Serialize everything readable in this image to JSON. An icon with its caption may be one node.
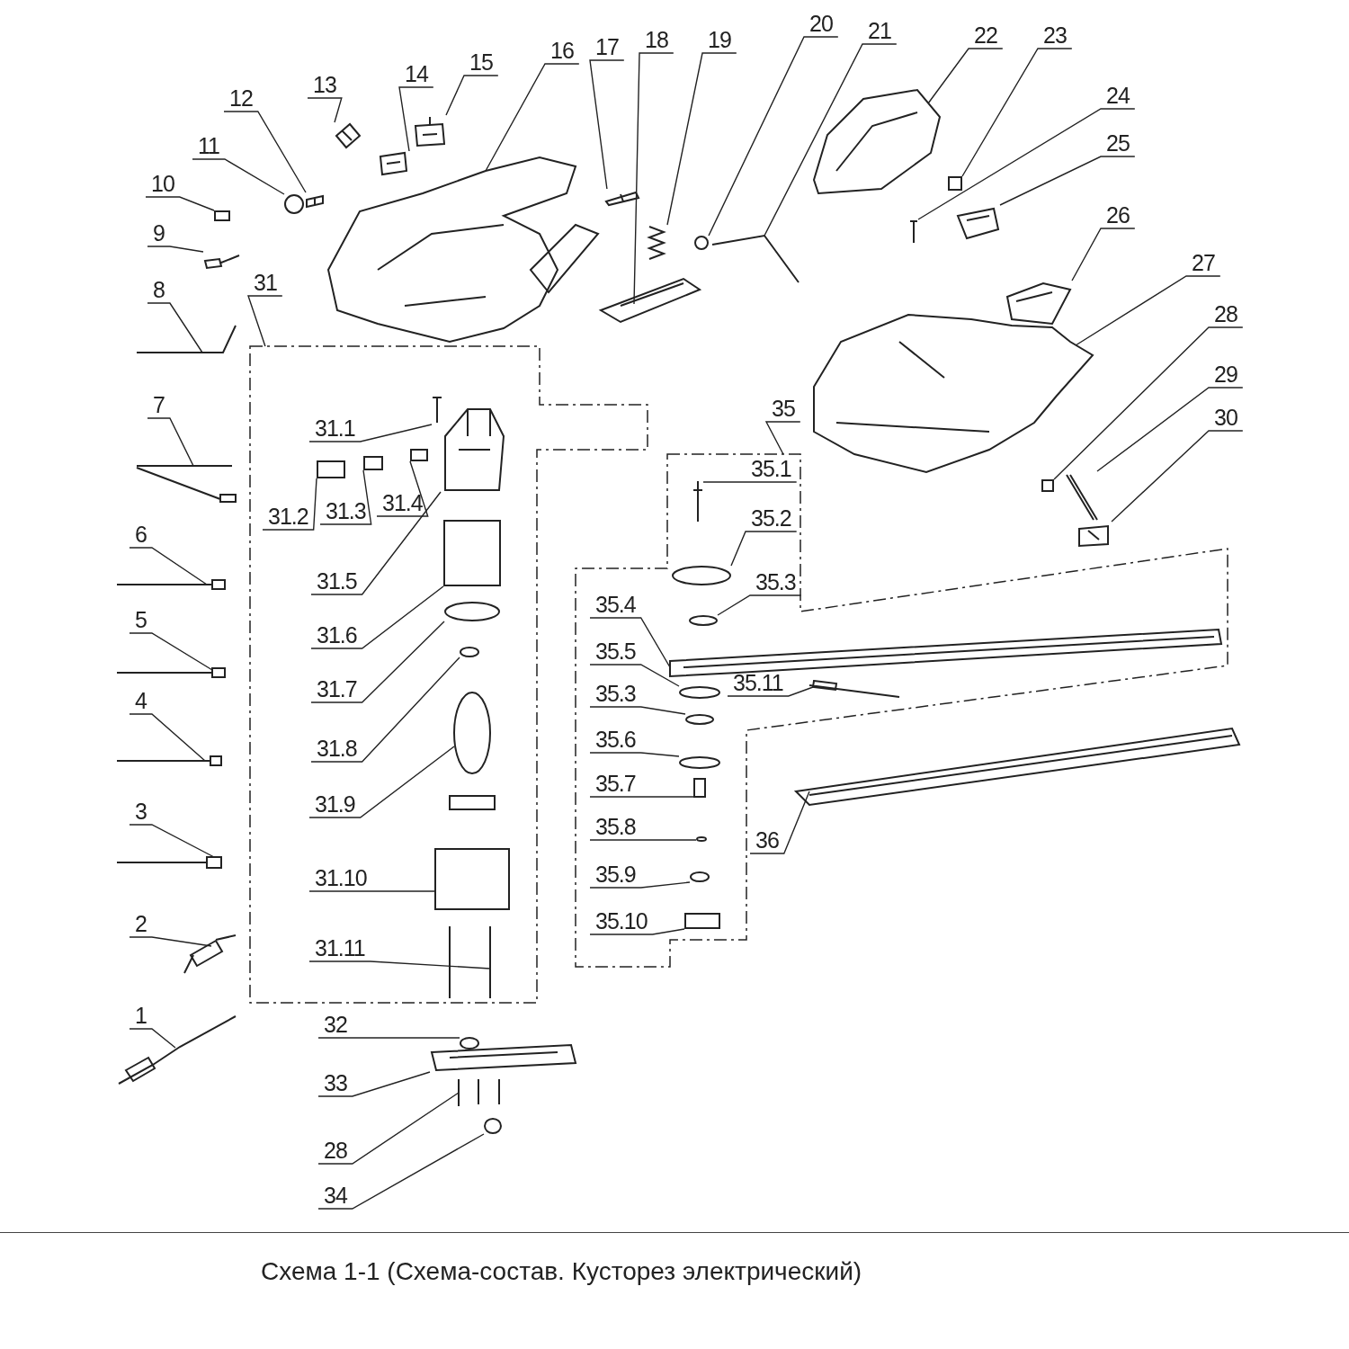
{
  "diagram": {
    "caption": "Схема 1-1 (Схема-состав. Кусторез электрический)",
    "nodes": [
      {
        "text": [
          "1"
        ]
      },
      {
        "text": [
          "2"
        ]
      },
      {
        "text": [
          "3"
        ]
      },
      {
        "text": [
          "4"
        ]
      },
      {
        "text": [
          "5"
        ]
      },
      {
        "text": [
          "6"
        ]
      },
      {
        "text": [
          "7"
        ]
      },
      {
        "text": [
          "8"
        ]
      },
      {
        "text": [
          "9"
        ]
      },
      {
        "text": [
          "10"
        ]
      },
      {
        "text": [
          "11"
        ]
      },
      {
        "text": [
          "12"
        ]
      },
      {
        "text": [
          "13"
        ]
      },
      {
        "text": [
          "14"
        ]
      },
      {
        "text": [
          "15"
        ]
      },
      {
        "text": [
          "16"
        ]
      },
      {
        "text": [
          "17"
        ]
      },
      {
        "text": [
          "18"
        ]
      },
      {
        "text": [
          "19"
        ]
      },
      {
        "text": [
          "20"
        ]
      },
      {
        "text": [
          "21"
        ]
      },
      {
        "text": [
          "22"
        ]
      },
      {
        "text": [
          "23"
        ]
      },
      {
        "text": [
          "24"
        ]
      },
      {
        "text": [
          "25"
        ]
      },
      {
        "text": [
          "26"
        ]
      },
      {
        "text": [
          "27"
        ]
      },
      {
        "text": [
          "28"
        ]
      },
      {
        "text": [
          "29"
        ]
      },
      {
        "text": [
          "30"
        ]
      },
      {
        "text": [
          "31"
        ]
      },
      {
        "text": [],
        "shape": "box"
      },
      {
        "text": [
          "31.1"
        ],
        "in": 31
      },
      {
        "text": [
          "31.2"
        ],
        "in": 31
      },
      {
        "text": [
          "31.3"
        ],
        "in": 31
      },
      {
        "text": [
          "31.4"
        ],
        "in": 31
      },
      {
        "text": [
          "31.5"
        ],
        "in": 31
      },
      {
        "text": [
          "31.6"
        ],
        "in": 31
      },
      {
        "text": [
          "31.7"
        ],
        "in": 31
      },
      {
        "text": [
          "31.8"
        ],
        "in": 31
      },
      {
        "text": [
          "31.9"
        ],
        "in": 31
      },
      {
        "text": [
          "31.10"
        ],
        "in": 31
      },
      {
        "text": [
          "31.11"
        ],
        "in": 31
      },
      {
        "text": [
          "32"
        ]
      },
      {
        "text": [
          "33"
        ]
      },
      {
        "text": [
          "28"
        ]
      },
      {
        "text": [
          "34"
        ]
      },
      {
        "text": [
          "35"
        ]
      },
      {
        "text": [],
        "shape": "box"
      },
      {
        "text": [
          "35.1"
        ],
        "in": 48
      },
      {
        "text": [
          "35.2"
        ],
        "in": 48
      },
      {
        "text": [
          "35.3"
        ],
        "in": 48
      },
      {
        "text": [
          "35.4"
        ],
        "in": 48
      },
      {
        "text": [
          "35.5"
        ],
        "in": 48
      },
      {
        "text": [
          "35.11"
        ],
        "in": 48
      },
      {
        "text": [
          "35.3"
        ],
        "in": 48
      },
      {
        "text": [
          "35.6"
        ],
        "in": 48
      },
      {
        "text": [
          "35.7"
        ],
        "in": 48
      },
      {
        "text": [
          "35.8"
        ],
        "in": 48
      },
      {
        "text": [
          "35.9"
        ],
        "in": 48
      },
      {
        "text": [
          "35.10"
        ],
        "in": 48
      },
      {
        "text": [
          "36"
        ]
      },
      {
        "text": [],
        "shape": "picture"
      },
      {
        "text": [],
        "shape": "picture"
      },
      {
        "text": [],
        "shape": "picture"
      },
      {
        "text": [],
        "shape": "picture"
      },
      {
        "text": [],
        "shape": "picture"
      },
      {
        "text": [],
        "shape": "picture"
      },
      {
        "text": [],
        "shape": "picture"
      },
      {
        "text": [],
        "shape": "picture"
      },
      {
        "text": [],
        "shape": "picture"
      },
      {
        "text": [],
        "shape": "box"
      },
      {
        "text": [],
        "shape": "circle"
      },
      {
        "text": [],
        "shape": "picture"
      },
      {
        "text": [],
        "shape": "picture"
      },
      {
        "text": [],
        "shape": "picture"
      },
      {
        "text": [],
        "shape": "picture"
      },
      {
        "text": [],
        "shape": "picture"
      },
      {
        "text": [],
        "shape": "picture"
      },
      {
        "text": [],
        "shape": "picture"
      },
      {
        "text": [],
        "shape": "picture"
      },
      {
        "text": [],
        "shape": "circle"
      },
      {
        "text": [],
        "shape": "picture"
      },
      {
        "text": [],
        "shape": "picture"
      },
      {
        "text": [],
        "shape": "box"
      },
      {
        "text": [],
        "shape": "picture"
      },
      {
        "text": [],
        "shape": "picture"
      },
      {
        "text": [],
        "shape": "picture"
      },
      {
        "text": [],
        "shape": "picture"
      },
      {
        "text": [],
        "shape": "box"
      },
      {
        "text": [],
        "shape": "picture"
      },
      {
        "text": [],
        "shape": "picture"
      },
      {
        "text": [],
        "shape": "picture",
        "in": 31
      },
      {
        "text": [],
        "shape": "box",
        "in": 31
      },
      {
        "text": [],
        "shape": "box",
        "in": 31
      },
      {
        "text": [],
        "shape": "box",
        "in": 31
      },
      {
        "text": [],
        "shape": "picture",
        "in": 31
      },
      {
        "text": [],
        "shape": "box",
        "in": 31
      },
      {
        "text": [],
        "shape": "circle",
        "in": 31
      },
      {
        "text": [],
        "shape": "circle",
        "in": 31
      },
      {
        "text": [],
        "shape": "picture",
        "in": 31
      },
      {
        "text": [],
        "shape": "box",
        "in": 31
      },
      {
        "text": [],
        "shape": "picture",
        "in": 31
      },
      {
        "text": [],
        "shape": "circle"
      },
      {
        "text": [],
        "shape": "picture"
      },
      {
        "text": [],
        "shape": "picture"
      },
      {
        "text": [],
        "shape": "circle"
      },
      {
        "text": [],
        "shape": "picture",
        "in": 48
      },
      {
        "text": [],
        "shape": "circle",
        "in": 48
      },
      {
        "text": [],
        "shape": "circle",
        "in": 48
      },
      {
        "text": [],
        "shape": "picture",
        "in": 48
      },
      {
        "text": [],
        "shape": "circle",
        "in": 48
      },
      {
        "text": [],
        "shape": "picture",
        "in": 48
      },
      {
        "text": [],
        "shape": "circle",
        "in": 48
      },
      {
        "text": [],
        "shape": "circle",
        "in": 48
      },
      {
        "text": [],
        "shape": "box",
        "in": 48
      },
      {
        "text": [],
        "shape": "circle",
        "in": 48
      },
      {
        "text": [],
        "shape": "circle",
        "in": 48
      },
      {
        "text": [],
        "shape": "box",
        "in": 48
      },
      {
        "text": [],
        "shape": "picture"
      }
    ],
    "edges": [
      {
        "from": 0,
        "to": 62,
        "arrow": "none"
      },
      {
        "from": 1,
        "to": 63,
        "arrow": "none"
      },
      {
        "from": 2,
        "to": 64,
        "arrow": "none"
      },
      {
        "from": 3,
        "to": 65,
        "arrow": "none"
      },
      {
        "from": 4,
        "to": 66,
        "arrow": "none"
      },
      {
        "from": 5,
        "to": 67,
        "arrow": "none"
      },
      {
        "from": 6,
        "to": 68,
        "arrow": "none"
      },
      {
        "from": 7,
        "to": 69,
        "arrow": "none"
      },
      {
        "from": 8,
        "to": 70,
        "arrow": "none"
      },
      {
        "from": 9,
        "to": 71,
        "arrow": "none"
      },
      {
        "from": 10,
        "to": 72,
        "arrow": "none"
      },
      {
        "from": 11,
        "to": 73,
        "arrow": "none"
      },
      {
        "from": 12,
        "to": 74,
        "arrow": "none"
      },
      {
        "from": 13,
        "to": 75,
        "arrow": "none"
      },
      {
        "from": 14,
        "to": 76,
        "arrow": "none"
      },
      {
        "from": 15,
        "to": 77,
        "arrow": "none"
      },
      {
        "from": 16,
        "to": 78,
        "arrow": "none"
      },
      {
        "from": 17,
        "to": 79,
        "arrow": "none"
      },
      {
        "from": 18,
        "to": 80,
        "arrow": "none"
      },
      {
        "from": 19,
        "to": 81,
        "arrow": "none"
      },
      {
        "from": 20,
        "to": 82,
        "arrow": "none"
      },
      {
        "from": 21,
        "to": 83,
        "arrow": "none"
      },
      {
        "from": 22,
        "to": 84,
        "arrow": "none"
      },
      {
        "from": 23,
        "to": 85,
        "arrow": "none"
      },
      {
        "from": 24,
        "to": 86,
        "arrow": "none"
      },
      {
        "from": 25,
        "to": 87,
        "arrow": "none"
      },
      {
        "from": 26,
        "to": 88,
        "arrow": "none"
      },
      {
        "from": 27,
        "to": 89,
        "arrow": "none"
      },
      {
        "from": 28,
        "to": 90,
        "arrow": "none"
      },
      {
        "from": 29,
        "to": 91,
        "arrow": "none"
      },
      {
        "from": 30,
        "to": 31,
        "arrow": "none"
      },
      {
        "from": 32,
        "to": 92,
        "arrow": "none"
      },
      {
        "from": 33,
        "to": 93,
        "arrow": "none"
      },
      {
        "from": 34,
        "to": 94,
        "arrow": "none"
      },
      {
        "from": 35,
        "to": 95,
        "arrow": "none"
      },
      {
        "from": 36,
        "to": 96,
        "arrow": "none"
      },
      {
        "from": 37,
        "to": 97,
        "arrow": "none"
      },
      {
        "from": 38,
        "to": 98,
        "arrow": "none"
      },
      {
        "from": 39,
        "to": 99,
        "arrow": "none"
      },
      {
        "from": 40,
        "to": 100,
        "arrow": "none"
      },
      {
        "from": 41,
        "to": 101,
        "arrow": "none"
      },
      {
        "from": 42,
        "to": 102,
        "arrow": "none"
      },
      {
        "from": 43,
        "to": 103,
        "arrow": "none"
      },
      {
        "from": 44,
        "to": 104,
        "arrow": "none"
      },
      {
        "from": 45,
        "to": 105,
        "arrow": "none"
      },
      {
        "from": 46,
        "to": 106,
        "arrow": "none"
      },
      {
        "from": 47,
        "to": 48,
        "arrow": "none"
      },
      {
        "from": 49,
        "to": 107,
        "arrow": "none"
      },
      {
        "from": 50,
        "to": 108,
        "arrow": "none"
      },
      {
        "from": 51,
        "to": 109,
        "arrow": "none"
      },
      {
        "from": 52,
        "to": 110,
        "arrow": "none"
      },
      {
        "from": 53,
        "to": 111,
        "arrow": "none"
      },
      {
        "from": 54,
        "to": 112,
        "arrow": "none"
      },
      {
        "from": 55,
        "to": 113,
        "arrow": "none"
      },
      {
        "from": 56,
        "to": 114,
        "arrow": "none"
      },
      {
        "from": 57,
        "to": 115,
        "arrow": "none"
      },
      {
        "from": 58,
        "to": 116,
        "arrow": "none"
      },
      {
        "from": 59,
        "to": 117,
        "arrow": "none"
      },
      {
        "from": 60,
        "to": 118,
        "arrow": "none"
      },
      {
        "from": 61,
        "to": 119,
        "arrow": "none"
      }
    ]
  }
}
